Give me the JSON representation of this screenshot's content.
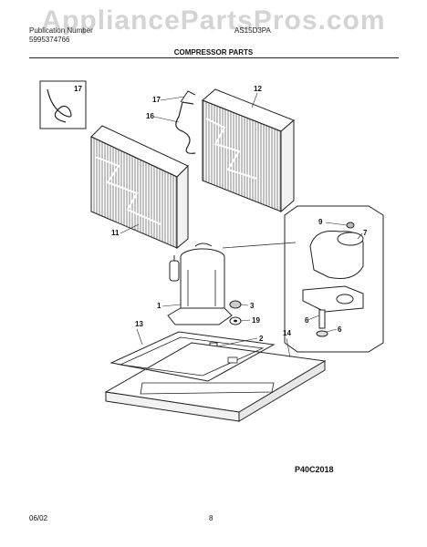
{
  "watermark": "AppliancePartsPros.com",
  "header": {
    "left_line1": "Publication Number",
    "left_line2": "5995374766",
    "right_line1": "AS15D3PA"
  },
  "title": "COMPRESSOR PARTS",
  "diagram_code": "P40C2018",
  "footer": {
    "date": "06/02",
    "page": "8"
  },
  "callouts": [
    "17",
    "17",
    "16",
    "12",
    "11",
    "9",
    "7",
    "1",
    "3",
    "19",
    "2",
    "13",
    "14",
    "6",
    "6"
  ]
}
